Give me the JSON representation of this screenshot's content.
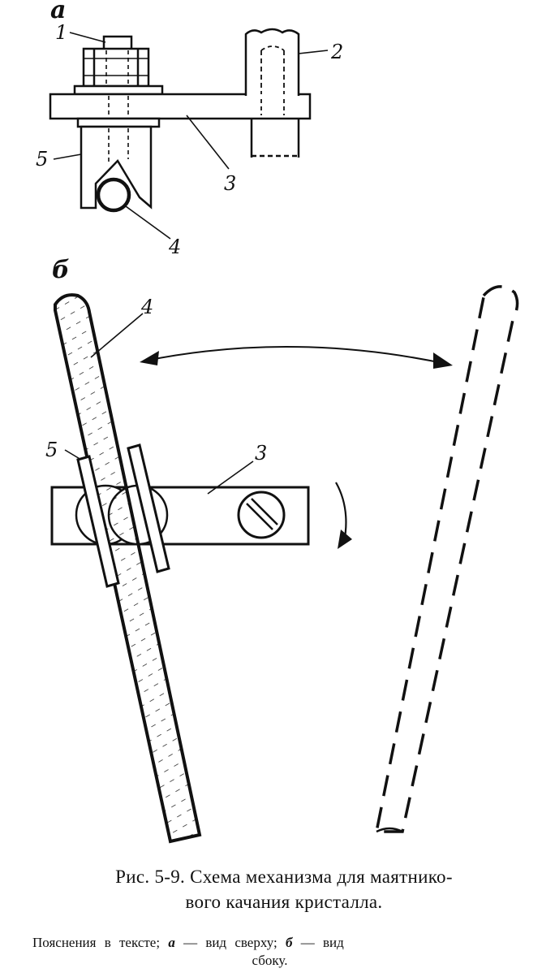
{
  "panel_labels": {
    "a": "а",
    "b": "б"
  },
  "part_labels": {
    "top_1": "1",
    "top_2": "2",
    "top_3": "3",
    "top_4": "4",
    "top_5": "5",
    "side_4": "4",
    "side_5": "5",
    "side_3": "3"
  },
  "caption": {
    "title_line1": "Рис. 5-9. Схема механизма для маятнико-",
    "title_line2": "вого качания кристалла.",
    "note_prefix": "Пояснения в тексте;",
    "note_a_letter": "а",
    "note_a_text": "— вид сверху;",
    "note_b_letter": "б",
    "note_b_text": "— вид",
    "note_line2": "сбоку."
  },
  "colors": {
    "ink": "#111111",
    "background": "#ffffff"
  }
}
